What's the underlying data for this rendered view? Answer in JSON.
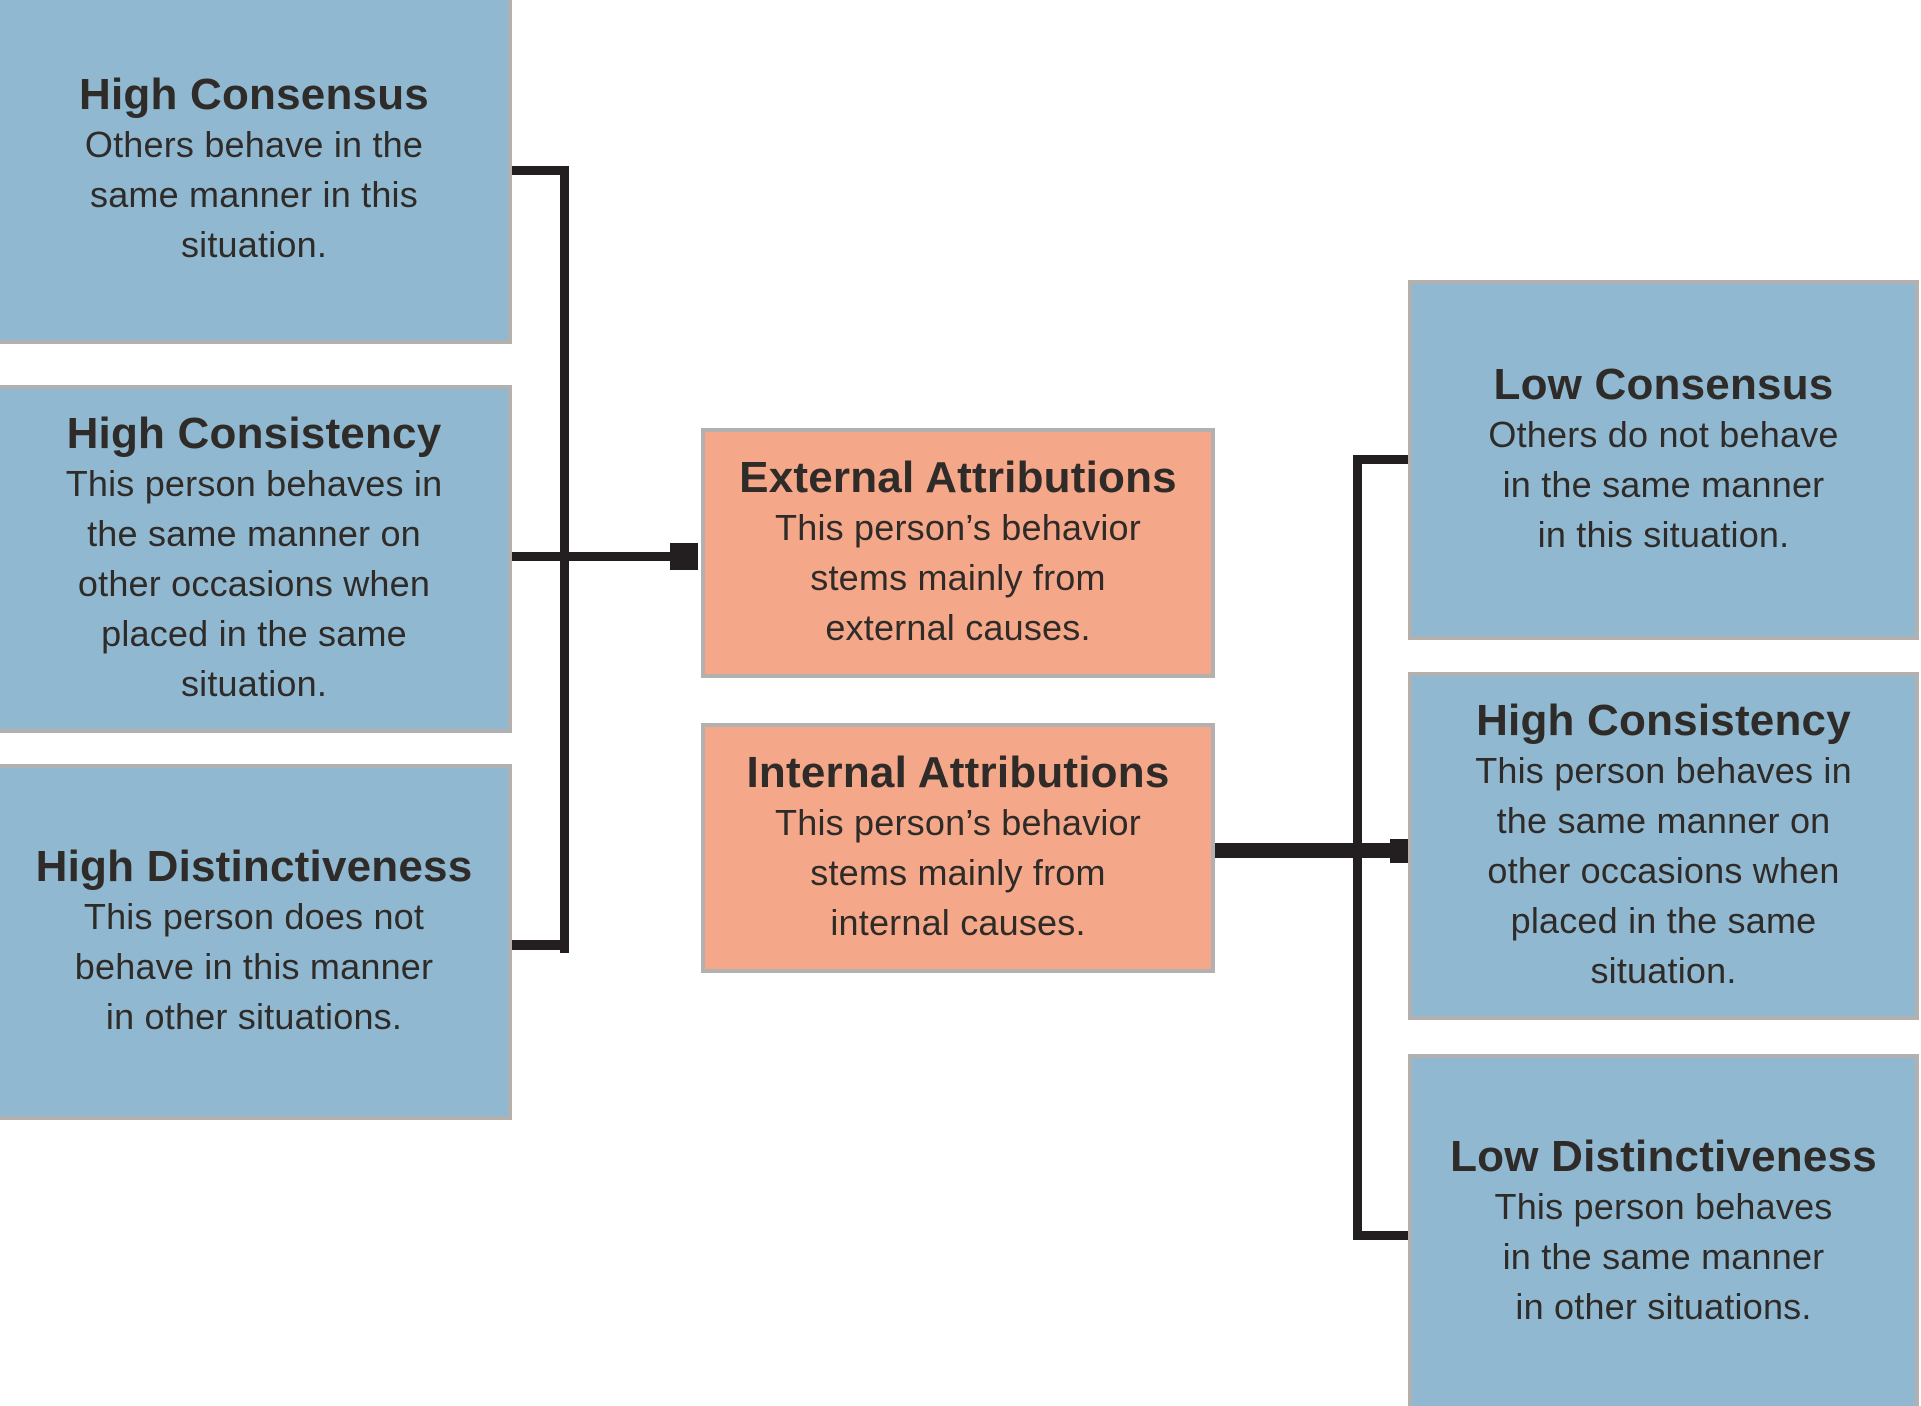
{
  "diagram": {
    "name": "Kelley attribution covariation diagram",
    "colors": {
      "box_blue": "#90B8D0",
      "box_salmon": "#F5A789",
      "connector": "#231F20",
      "border_gray": "#B3B0B0",
      "text": "#2E2B28",
      "background": "#FFFFFF"
    },
    "left_boxes": [
      {
        "heading": "High Consensus",
        "body": "Others behave in the\nsame manner in this\nsituation."
      },
      {
        "heading": "High Consistency",
        "body": "This person behaves in\nthe same manner on\nother occasions when\nplaced in the same\nsituation."
      },
      {
        "heading": "High Distinctiveness",
        "body": "This person does not\nbehave in this manner\nin other situations."
      }
    ],
    "center_boxes": [
      {
        "heading": "External Attributions",
        "body": "This person’s behavior\nstems mainly from\nexternal causes."
      },
      {
        "heading": "Internal Attributions",
        "body": "This person’s behavior\nstems mainly from\ninternal causes."
      }
    ],
    "right_boxes": [
      {
        "heading": "Low Consensus",
        "body": "Others do not behave\nin the same manner\nin this situation."
      },
      {
        "heading": "High Consistency",
        "body": "This person behaves in\nthe same manner on\nother occasions when\nplaced in the same\nsituation."
      },
      {
        "heading": "Low Distinctiveness",
        "body": "This person behaves\nin the same manner\nin other situations."
      }
    ]
  }
}
